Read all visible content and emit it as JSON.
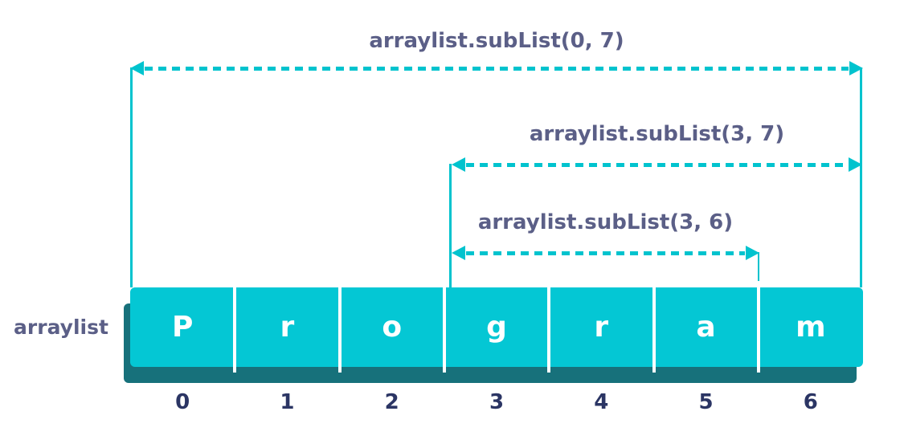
{
  "annotations": [
    {
      "label": "arraylist.subList(0, 7)"
    },
    {
      "label": "arraylist.subList(3, 7)"
    },
    {
      "label": "arraylist.subList(3, 6)"
    }
  ],
  "array": {
    "name": "arraylist",
    "cells": [
      {
        "letter": "P",
        "index": "0"
      },
      {
        "letter": "r",
        "index": "1"
      },
      {
        "letter": "o",
        "index": "2"
      },
      {
        "letter": "g",
        "index": "3"
      },
      {
        "letter": "r",
        "index": "4"
      },
      {
        "letter": "a",
        "index": "5"
      },
      {
        "letter": "m",
        "index": "6"
      }
    ]
  },
  "colors": {
    "cyan": "#00c3ce",
    "teal": "#04c7d4",
    "shadow": "#17717b",
    "slate": "#5b5f87",
    "navy": "#2b3564",
    "white": "#ffffff"
  }
}
